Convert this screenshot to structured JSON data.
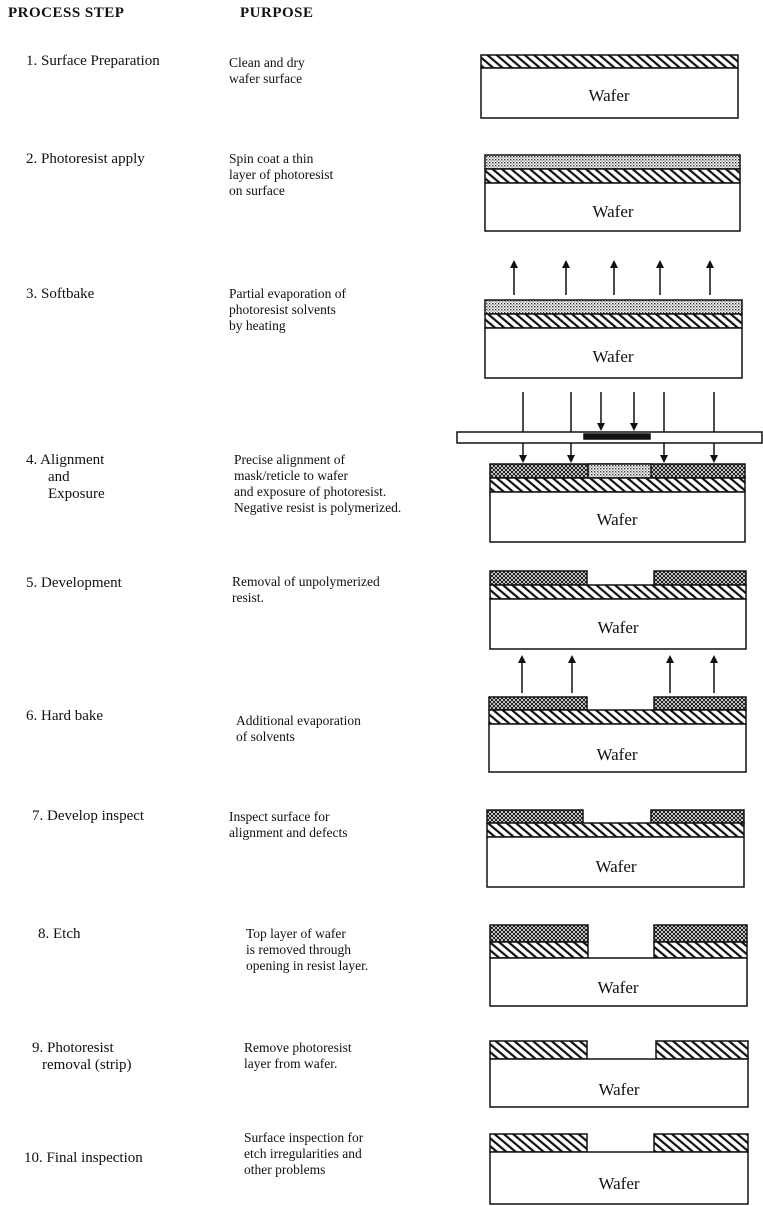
{
  "headers": {
    "step": "PROCESS STEP",
    "purpose": "PURPOSE"
  },
  "steps": [
    {
      "label_lines": [
        "1.  Surface Preparation"
      ],
      "purpose_lines": [
        "Clean and dry",
        "wafer surface"
      ]
    },
    {
      "label_lines": [
        "2. Photoresist apply"
      ],
      "purpose_lines": [
        "Spin coat a thin",
        "layer of photoresist",
        "on surface"
      ]
    },
    {
      "label_lines": [
        "3.  Softbake"
      ],
      "purpose_lines": [
        "Partial evaporation of",
        "photoresist solvents",
        "by heating"
      ]
    },
    {
      "label_lines": [
        "4.  Alignment",
        "and",
        "Exposure"
      ],
      "purpose_lines": [
        "Precise alignment of",
        "mask/reticle to wafer",
        "and exposure of photoresist.",
        "Negative resist is polymerized."
      ]
    },
    {
      "label_lines": [
        "5. Development"
      ],
      "purpose_lines": [
        "Removal of unpolymerized",
        "resist."
      ]
    },
    {
      "label_lines": [
        "6. Hard bake"
      ],
      "purpose_lines": [
        "Additional evaporation",
        "of solvents"
      ]
    },
    {
      "label_lines": [
        "7. Develop inspect"
      ],
      "purpose_lines": [
        "Inspect surface for",
        "alignment and defects"
      ]
    },
    {
      "label_lines": [
        "8. Etch"
      ],
      "purpose_lines": [
        "Top layer of wafer",
        "is removed through",
        "opening in resist layer."
      ]
    },
    {
      "label_lines": [
        "9. Photoresist",
        "removal (strip)"
      ],
      "purpose_lines": [
        "Remove photoresist",
        "layer from wafer."
      ]
    },
    {
      "label_lines": [
        "10. Final inspection"
      ],
      "purpose_lines": [
        "Surface inspection for",
        "etch irregularities and",
        "other problems"
      ]
    }
  ],
  "wafer_label": "Wafer"
}
